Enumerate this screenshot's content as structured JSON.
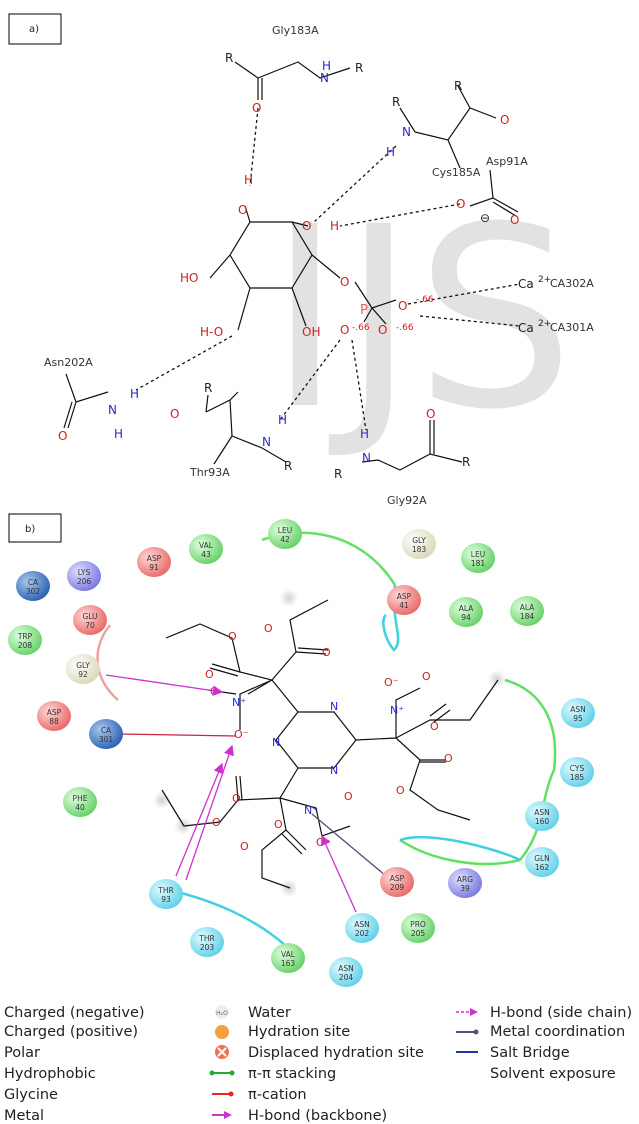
{
  "panel_a": {
    "label": "a)",
    "residues": [
      "Gly183A",
      "Cys185A",
      "Asp91A",
      "Asn202A",
      "Thr93A",
      "Gly92A",
      "CA302A",
      "CA301A"
    ],
    "charges": [
      "-.66",
      "-.66",
      "-.66",
      "2+",
      "2+"
    ],
    "ca_symbol": "Ca"
  },
  "watermark": "IJS",
  "panel_b": {
    "label": "b)",
    "residues": [
      {
        "name": "CA",
        "num": "302",
        "kind": "metal"
      },
      {
        "name": "LYS",
        "num": "206",
        "kind": "positive"
      },
      {
        "name": "ASP",
        "num": "91",
        "kind": "negative"
      },
      {
        "name": "VAL",
        "num": "43",
        "kind": "hydrophobic"
      },
      {
        "name": "LEU",
        "num": "42",
        "kind": "hydrophobic"
      },
      {
        "name": "GLY",
        "num": "183",
        "kind": "glycine"
      },
      {
        "name": "LEU",
        "num": "181",
        "kind": "hydrophobic"
      },
      {
        "name": "TRP",
        "num": "208",
        "kind": "hydrophobic"
      },
      {
        "name": "GLU",
        "num": "70",
        "kind": "negative"
      },
      {
        "name": "ASP",
        "num": "41",
        "kind": "negative"
      },
      {
        "name": "ALA",
        "num": "94",
        "kind": "hydrophobic"
      },
      {
        "name": "ALA",
        "num": "184",
        "kind": "hydrophobic"
      },
      {
        "name": "GLY",
        "num": "92",
        "kind": "glycine"
      },
      {
        "name": "ASP",
        "num": "88",
        "kind": "negative"
      },
      {
        "name": "CA",
        "num": "301",
        "kind": "metal"
      },
      {
        "name": "ASN",
        "num": "95",
        "kind": "polar"
      },
      {
        "name": "CYS",
        "num": "185",
        "kind": "polar"
      },
      {
        "name": "PHE",
        "num": "40",
        "kind": "hydrophobic"
      },
      {
        "name": "ASN",
        "num": "160",
        "kind": "polar"
      },
      {
        "name": "GLN",
        "num": "162",
        "kind": "polar"
      },
      {
        "name": "ARG",
        "num": "39",
        "kind": "positive"
      },
      {
        "name": "ASP",
        "num": "209",
        "kind": "negative"
      },
      {
        "name": "THR",
        "num": "93",
        "kind": "polar"
      },
      {
        "name": "ASN",
        "num": "202",
        "kind": "polar"
      },
      {
        "name": "PRO",
        "num": "205",
        "kind": "hydrophobic"
      },
      {
        "name": "THR",
        "num": "203",
        "kind": "polar"
      },
      {
        "name": "VAL",
        "num": "163",
        "kind": "hydrophobic"
      },
      {
        "name": "ASN",
        "num": "204",
        "kind": "polar"
      }
    ]
  },
  "legend": {
    "col1": [
      "Charged (negative)",
      "Charged (positive)",
      "Polar",
      "Hydrophobic",
      "Glycine",
      "Metal"
    ],
    "col2": [
      "Water",
      "Hydration site",
      "Displaced hydration site",
      "π-π stacking",
      "π-cation",
      "H-bond (backbone)"
    ],
    "col3": [
      "H-bond (side chain)",
      "Metal coordination",
      "Salt Bridge",
      "Solvent exposure"
    ],
    "water_icon": "H₂O"
  },
  "colors": {
    "negative": "#f08080",
    "positive": "#9090f0",
    "polar": "#7fe0f0",
    "hydrophobic": "#80e080",
    "glycine": "#eeeecc",
    "metal": "#4080d0",
    "hbond": "#cc33cc",
    "salt_bridge": "#cc2244",
    "metal_coord": "#5a4a7a",
    "pipi": "#22aa33",
    "pication": "#ee2222"
  }
}
